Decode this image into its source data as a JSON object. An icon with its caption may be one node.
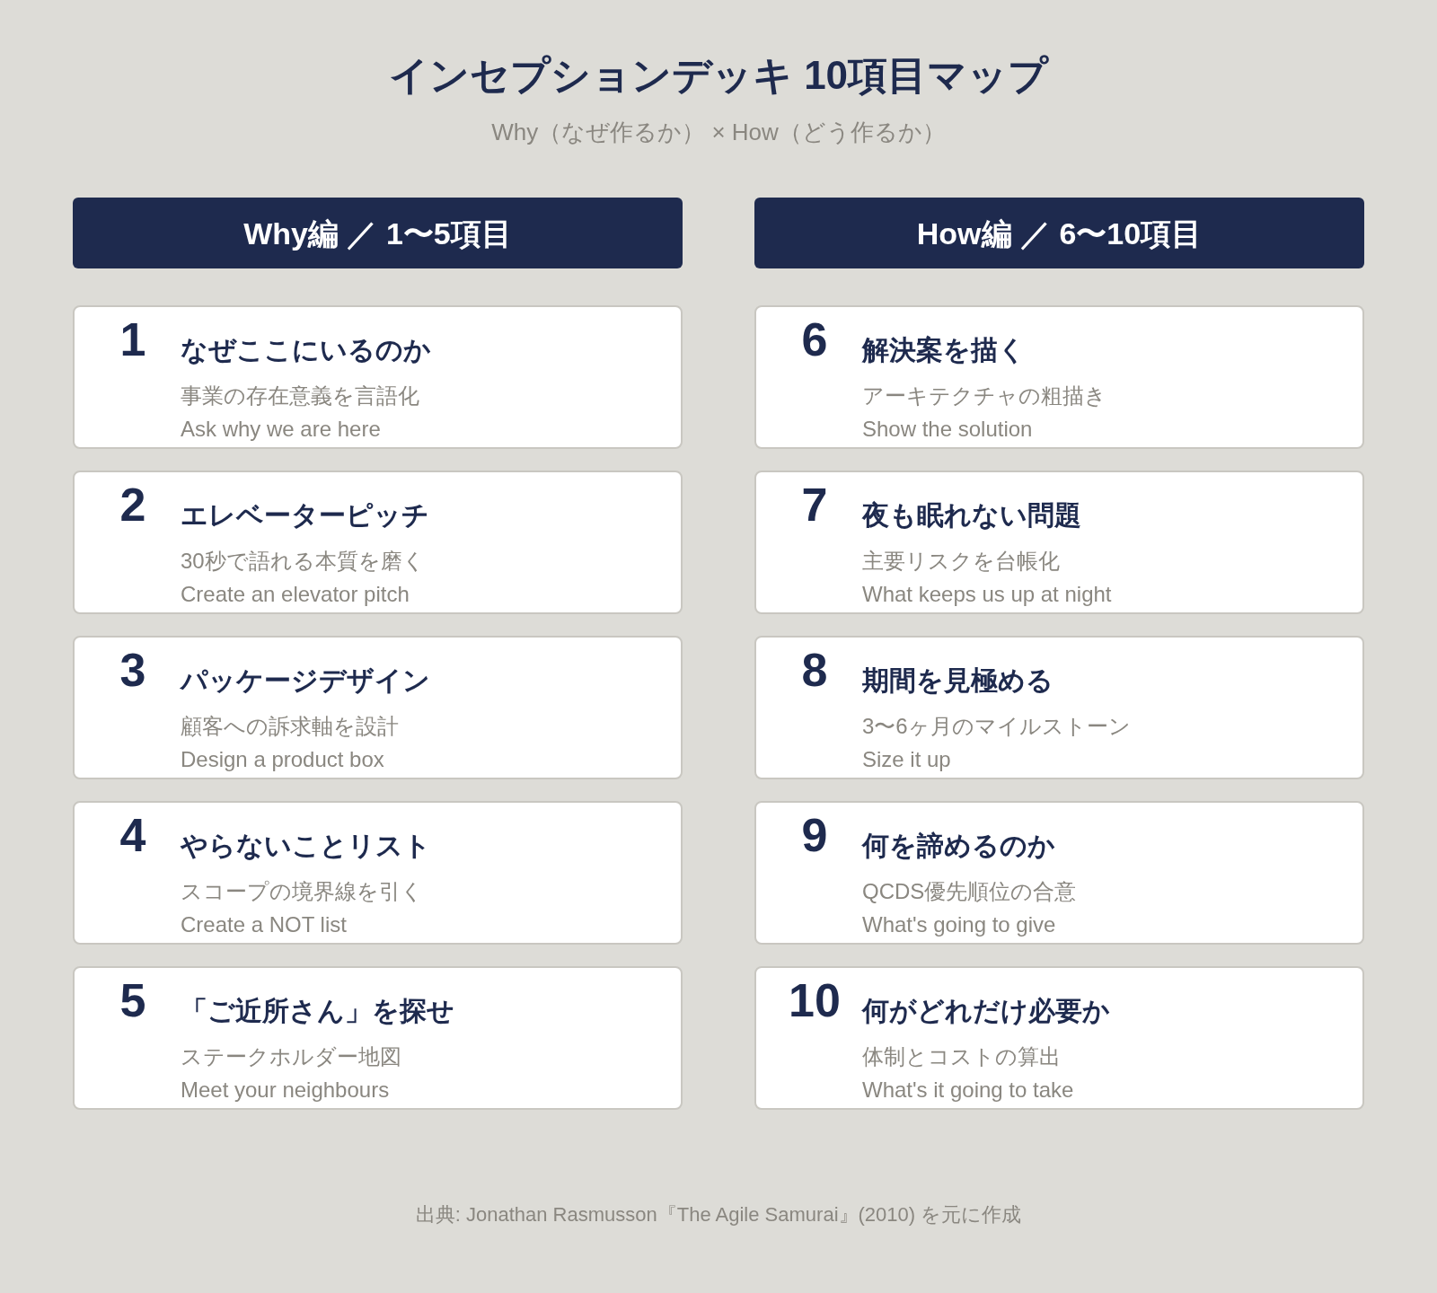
{
  "diagram": {
    "title": "インセプションデッキ 10項目マップ",
    "nodes": [
      {
        "text": [
          "Why編 ／ 1〜5項目"
        ]
      },
      {
        "text": [
          "1",
          "なぜここにいるのか",
          "事業の存在意義を言語化",
          "Ask why we are here"
        ]
      },
      {
        "text": [
          "2",
          "エレベーターピッチ",
          "30秒で語れる本質を磨く",
          "Create an elevator pitch"
        ]
      },
      {
        "text": [
          "3",
          "パッケージデザイン",
          "顧客への訴求軸を設計",
          "Design a product box"
        ]
      },
      {
        "text": [
          "4",
          "やらないことリスト",
          "スコープの境界線を引く",
          "Create a NOT list"
        ]
      },
      {
        "text": [
          "5",
          "「ご近所さん」を探せ",
          "ステークホルダー地図",
          "Meet your neighbours"
        ]
      },
      {
        "text": [
          "How編 ／ 6〜10項目"
        ]
      },
      {
        "text": [
          "6",
          "解決案を描く",
          "アーキテクチャの粗描き",
          "Show the solution"
        ]
      },
      {
        "text": [
          "7",
          "夜も眠れない問題",
          "主要リスクを台帳化",
          "What keeps us up at night"
        ]
      },
      {
        "text": [
          "8",
          "期間を見極める",
          "3〜6ヶ月のマイルストーン",
          "Size it up"
        ]
      },
      {
        "text": [
          "9",
          "何を諦めるのか",
          "QCDS優先順位の合意",
          "What's going to give"
        ]
      },
      {
        "text": [
          "10",
          "何がどれだけ必要か",
          "体制とコストの算出",
          "What's it going to take"
        ]
      }
    ],
    "labels": [
      "Why（なぜ作るか） × How（どう作るか）",
      "出典: Jonathan Rasmusson『The Agile Samurai』(2010) を元に作成"
    ]
  }
}
